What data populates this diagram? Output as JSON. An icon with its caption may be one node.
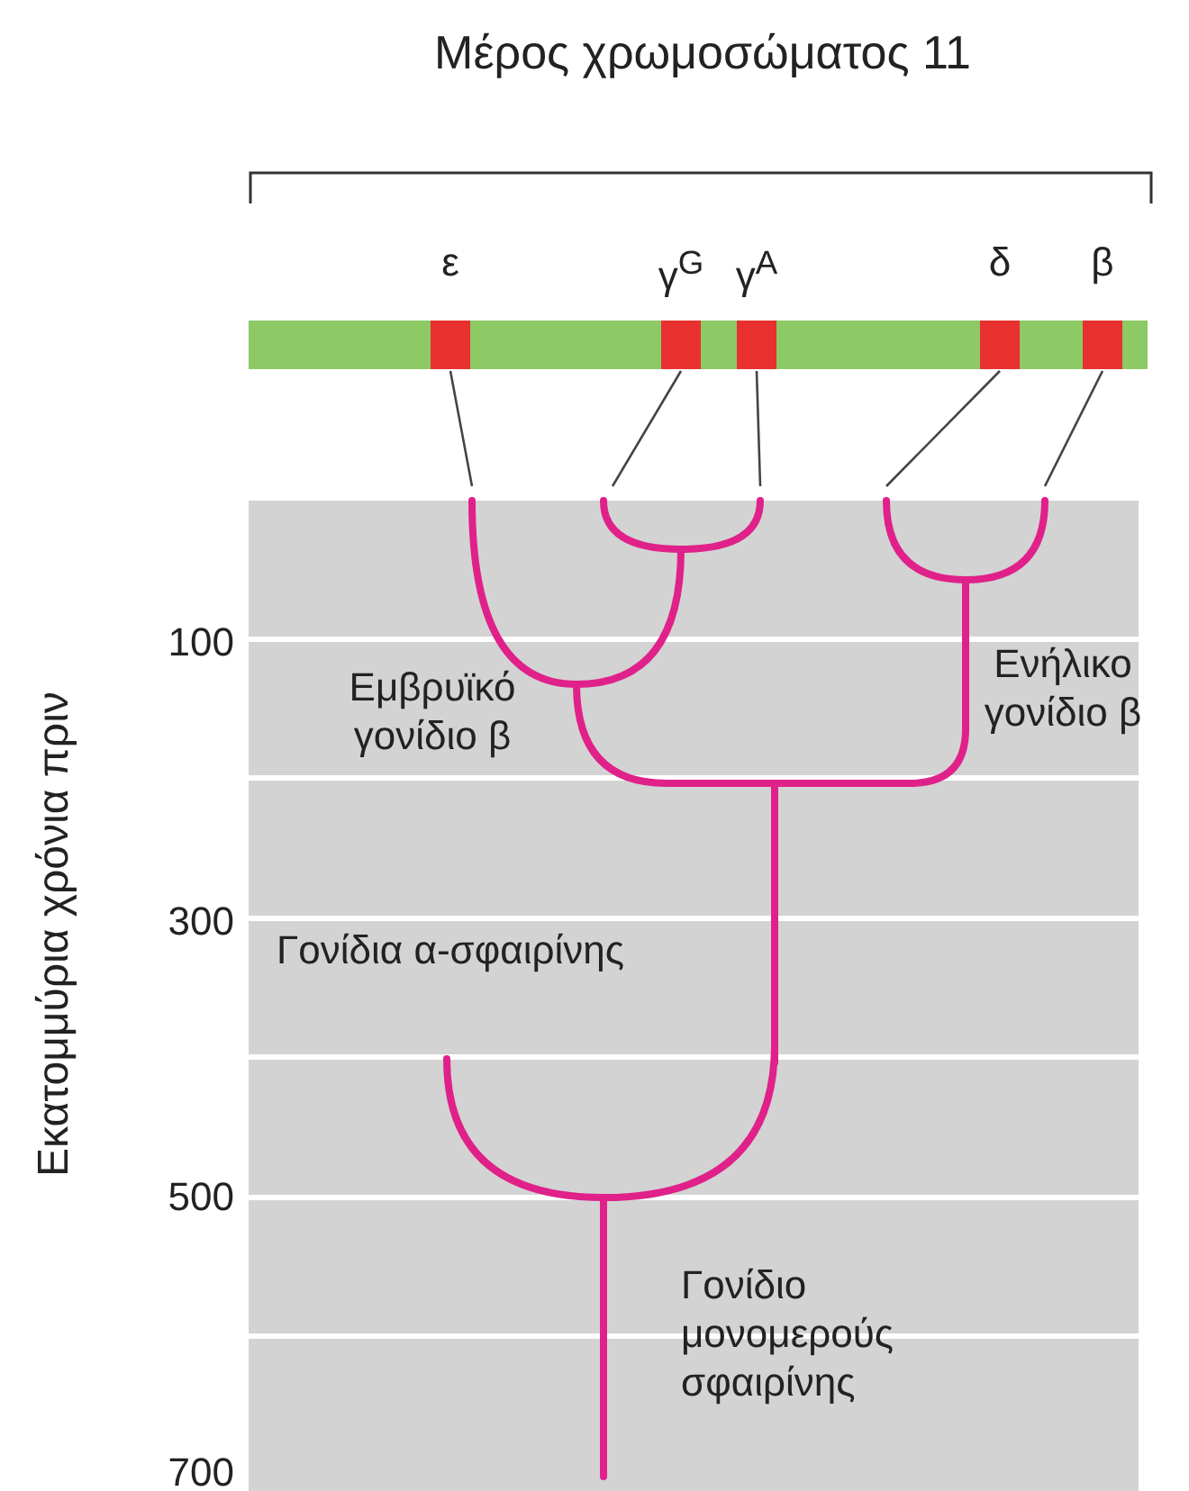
{
  "diagram": {
    "title": "Μέρος χρωμοσώματος 11",
    "nodes": [
      {
        "text": [],
        "shape": "bar"
      },
      {
        "text": [
          "ε"
        ],
        "in": 0
      },
      {
        "text": [
          "γ$^{G}$"
        ],
        "in": 0
      },
      {
        "text": [
          "γ$^{A}$"
        ],
        "in": 0
      },
      {
        "text": [
          "δ"
        ],
        "in": 0
      },
      {
        "text": [
          "β"
        ],
        "in": 0
      }
    ],
    "edges": [
      {
        "from": 1,
        "to": null,
        "arrow": "none"
      },
      {
        "from": 2,
        "to": null,
        "arrow": "none"
      },
      {
        "from": 3,
        "to": null,
        "arrow": "none"
      },
      {
        "from": 4,
        "to": null,
        "arrow": "none"
      },
      {
        "from": 5,
        "to": null,
        "arrow": "none"
      }
    ],
    "labels": [
      "Εκατομμύρια χρόνια πριν",
      "100",
      "Ενήλικο γονίδιο β",
      "Εμβρυϊκό γονίδιο β",
      "300",
      "Γονίδια α-σφαιρίνης",
      "500",
      "Γονίδιο μονομερούς σφαιρίνης",
      "700"
    ]
  }
}
